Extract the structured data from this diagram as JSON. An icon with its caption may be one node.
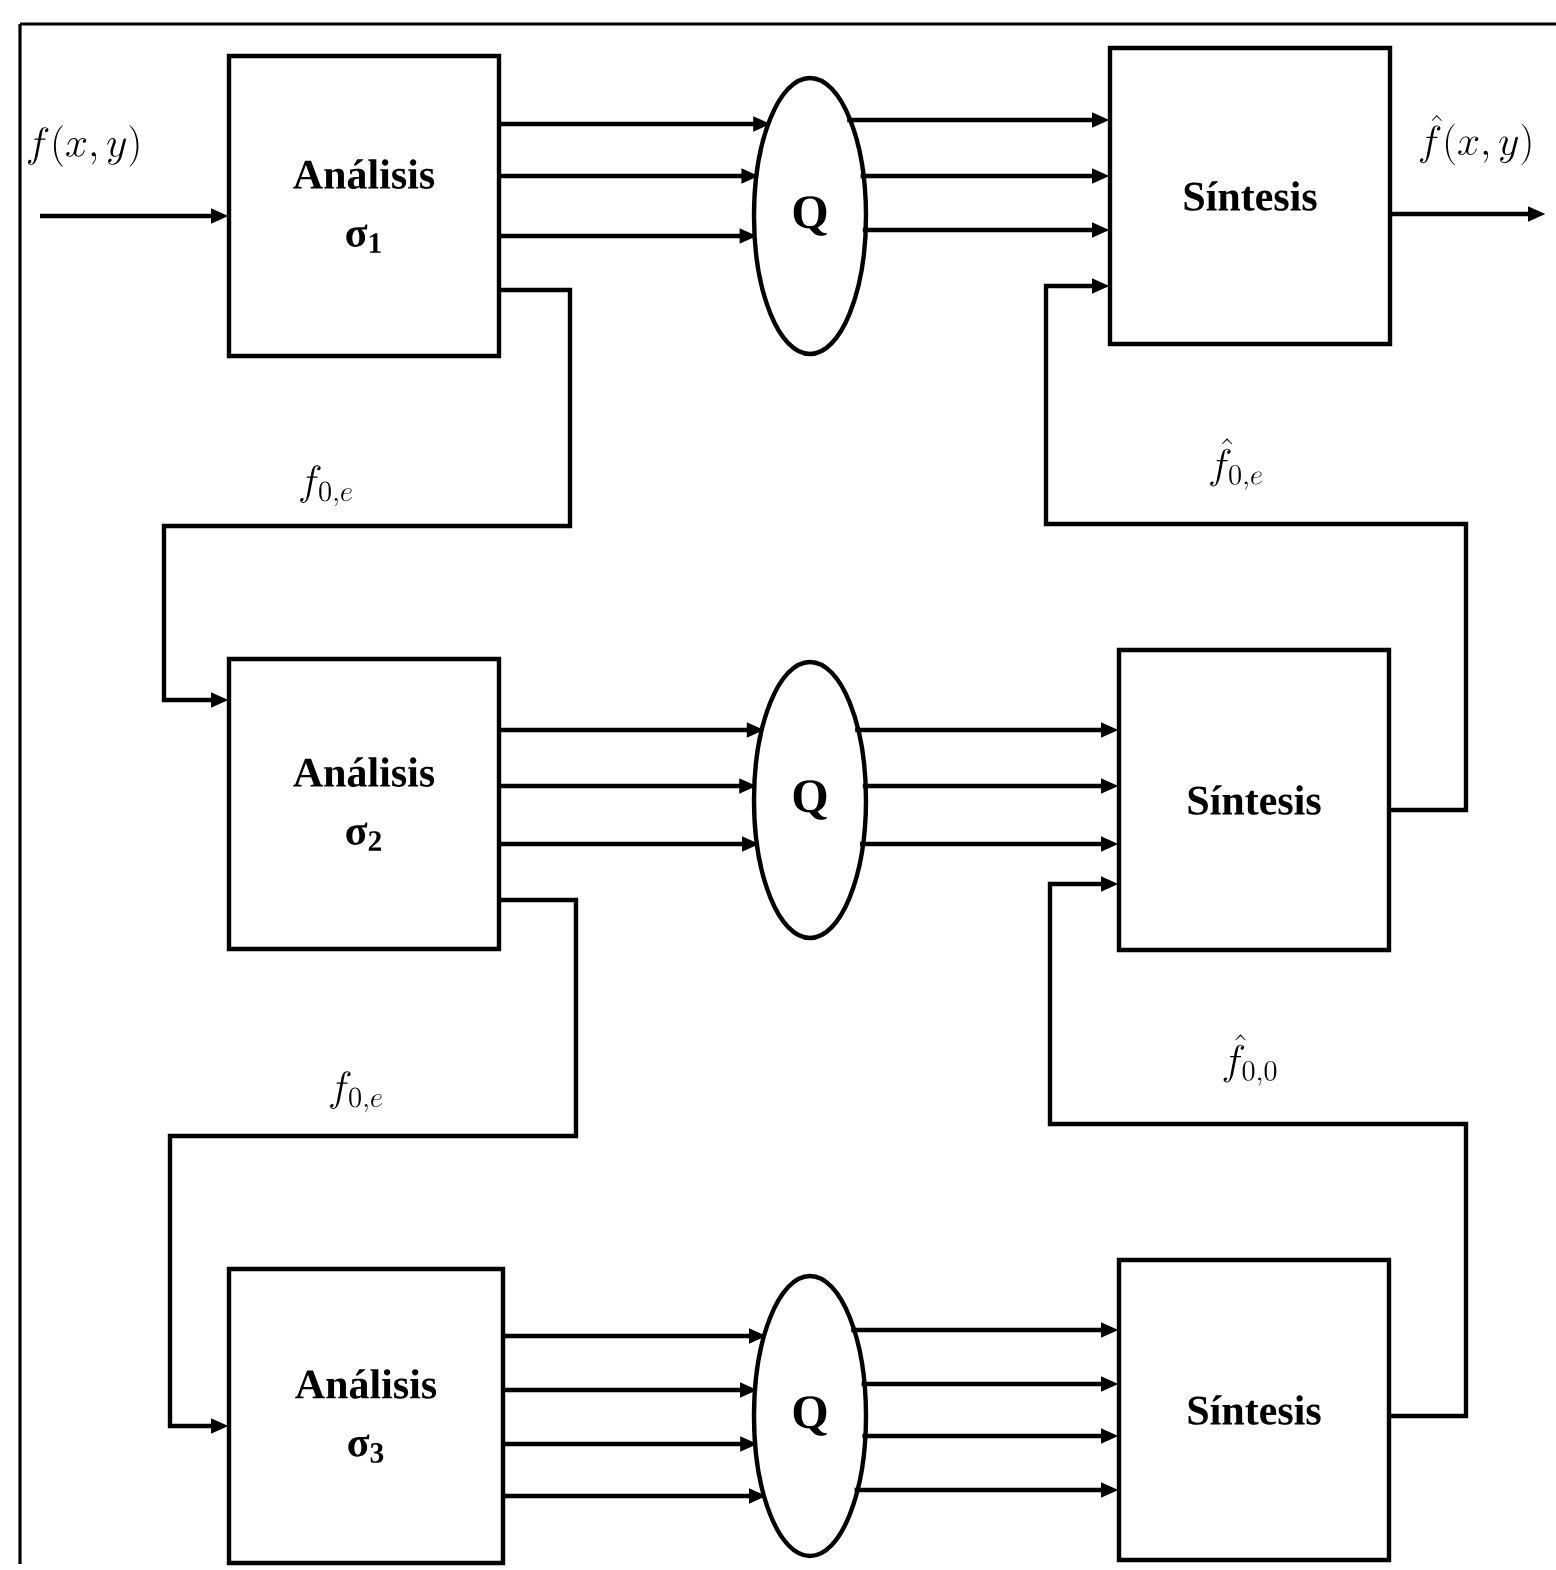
{
  "diagram": {
    "nodes": [
      {
        "text": [
          "Análisis",
          "σ$_{1}$"
        ]
      },
      {
        "text": [
          "Q"
        ]
      },
      {
        "text": [
          "Síntesis"
        ]
      },
      {
        "text": [
          "Análisis",
          "σ$_{2}$"
        ]
      },
      {
        "text": [
          "Q"
        ]
      },
      {
        "text": [
          "Síntesis"
        ]
      },
      {
        "text": [
          "Análisis",
          "σ$_{3}$"
        ]
      },
      {
        "text": [
          "Q"
        ]
      },
      {
        "text": [
          "Síntesis"
        ]
      }
    ],
    "edges": [
      {
        "from": null,
        "to": 0,
        "arrow": "to",
        "label": "f(x,y)"
      },
      {
        "from": 0,
        "to": 1,
        "arrow": "to"
      },
      {
        "from": 0,
        "to": 1,
        "arrow": "to"
      },
      {
        "from": 0,
        "to": 1,
        "arrow": "to"
      },
      {
        "from": 1,
        "to": 2,
        "arrow": "to"
      },
      {
        "from": 1,
        "to": 2,
        "arrow": "to"
      },
      {
        "from": 1,
        "to": 2,
        "arrow": "to"
      },
      {
        "from": 2,
        "to": null,
        "arrow": "to",
        "label": "\\hat{f}(x,y)"
      },
      {
        "from": 0,
        "to": 3,
        "arrow": "to",
        "label": "f_{0,e}"
      },
      {
        "from": 3,
        "to": 4,
        "arrow": "to"
      },
      {
        "from": 3,
        "to": 4,
        "arrow": "to"
      },
      {
        "from": 3,
        "to": 4,
        "arrow": "to"
      },
      {
        "from": 4,
        "to": 5,
        "arrow": "to"
      },
      {
        "from": 4,
        "to": 5,
        "arrow": "to"
      },
      {
        "from": 4,
        "to": 5,
        "arrow": "to"
      },
      {
        "from": 5,
        "to": 2,
        "arrow": "to",
        "label": "\\hat{f}_{0,e}"
      },
      {
        "from": 3,
        "to": 6,
        "arrow": "to",
        "label": "f_{0,e}"
      },
      {
        "from": 6,
        "to": 7,
        "arrow": "to"
      },
      {
        "from": 6,
        "to": 7,
        "arrow": "to"
      },
      {
        "from": 6,
        "to": 7,
        "arrow": "to"
      },
      {
        "from": 6,
        "to": 7,
        "arrow": "to"
      },
      {
        "from": 7,
        "to": 8,
        "arrow": "to"
      },
      {
        "from": 7,
        "to": 8,
        "arrow": "to"
      },
      {
        "from": 7,
        "to": 8,
        "arrow": "to"
      },
      {
        "from": 7,
        "to": 8,
        "arrow": "to"
      },
      {
        "from": 8,
        "to": 5,
        "arrow": "to",
        "label": "\\hat{f}_{0,0}"
      }
    ]
  }
}
